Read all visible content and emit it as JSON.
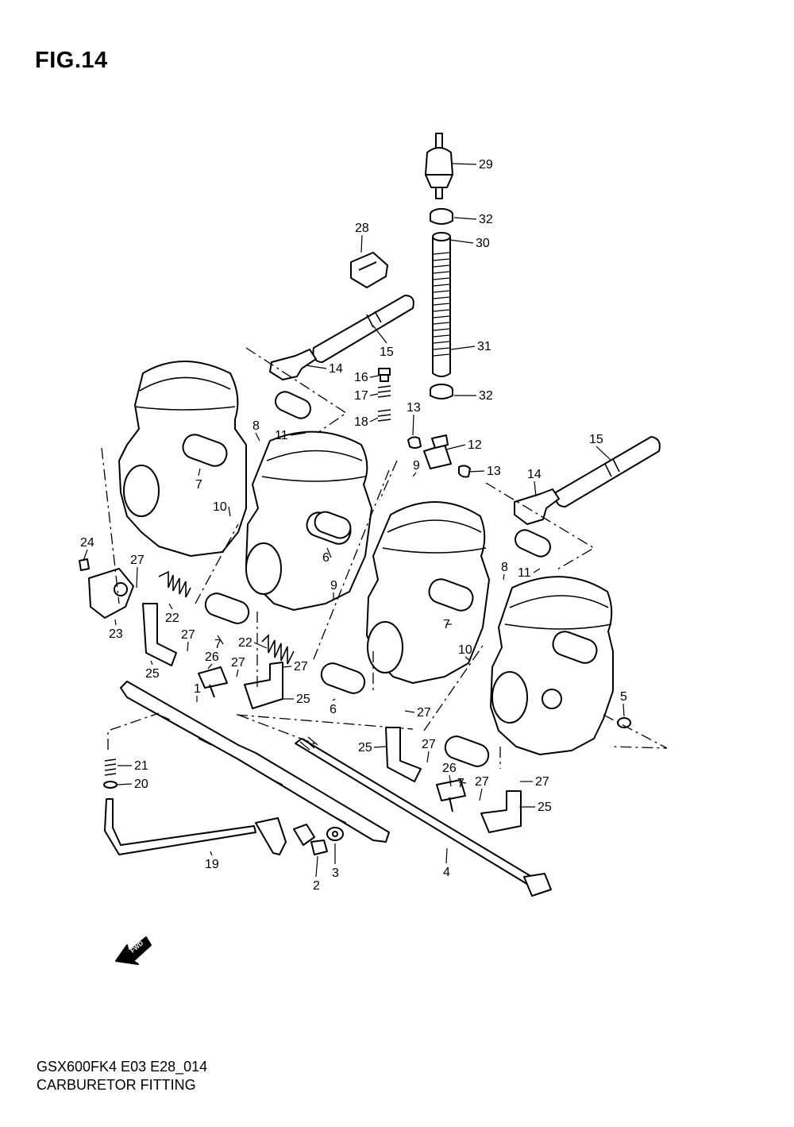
{
  "figure": {
    "title": "FIG.14",
    "model_code": "GSX600FK4 E03 E28_014",
    "caption": "CARBURETOR FITTING",
    "fwd_label": "FWD"
  },
  "callouts": [
    {
      "n": "29"
    },
    {
      "n": "32"
    },
    {
      "n": "28"
    },
    {
      "n": "30"
    },
    {
      "n": "15"
    },
    {
      "n": "31"
    },
    {
      "n": "14"
    },
    {
      "n": "16"
    },
    {
      "n": "17"
    },
    {
      "n": "32"
    },
    {
      "n": "18"
    },
    {
      "n": "13"
    },
    {
      "n": "8"
    },
    {
      "n": "11"
    },
    {
      "n": "12"
    },
    {
      "n": "15"
    },
    {
      "n": "9"
    },
    {
      "n": "13"
    },
    {
      "n": "7"
    },
    {
      "n": "14"
    },
    {
      "n": "10"
    },
    {
      "n": "6"
    },
    {
      "n": "24"
    },
    {
      "n": "27"
    },
    {
      "n": "8"
    },
    {
      "n": "11"
    },
    {
      "n": "9"
    },
    {
      "n": "22"
    },
    {
      "n": "23"
    },
    {
      "n": "7"
    },
    {
      "n": "27"
    },
    {
      "n": "22"
    },
    {
      "n": "26"
    },
    {
      "n": "27"
    },
    {
      "n": "27"
    },
    {
      "n": "10"
    },
    {
      "n": "7"
    },
    {
      "n": "25"
    },
    {
      "n": "25"
    },
    {
      "n": "1"
    },
    {
      "n": "6"
    },
    {
      "n": "27"
    },
    {
      "n": "5"
    },
    {
      "n": "25"
    },
    {
      "n": "27"
    },
    {
      "n": "21"
    },
    {
      "n": "26"
    },
    {
      "n": "27"
    },
    {
      "n": "27"
    },
    {
      "n": "20"
    },
    {
      "n": "7"
    },
    {
      "n": "25"
    },
    {
      "n": "19"
    },
    {
      "n": "4"
    },
    {
      "n": "3"
    },
    {
      "n": "2"
    }
  ]
}
